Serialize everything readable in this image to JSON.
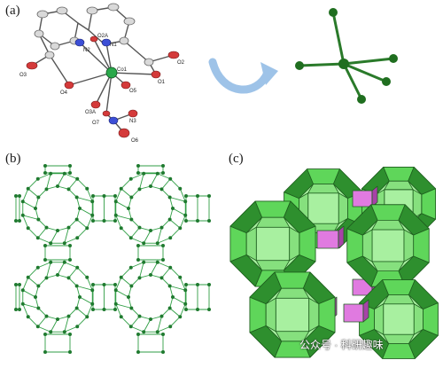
{
  "panels": {
    "a": {
      "label": "(a)",
      "atoms": {
        "o2a": "O2A",
        "n1": "N1",
        "n2": "N2",
        "co": "Co1",
        "o1": "O1",
        "o2": "O2",
        "o3": "O3",
        "o4": "O4",
        "o3a": "O3A",
        "o5": "O5",
        "o7": "O7",
        "n3": "N3",
        "o6": "O6"
      }
    },
    "b": {
      "label": "(b)"
    },
    "c": {
      "label": "(c)"
    }
  },
  "colors": {
    "bond": "#555555",
    "ellipsoid": "#d9d9d9",
    "oxygen": "#d43a3a",
    "nitrogen": "#3c4fd6",
    "cobalt": "#2aa84a",
    "net": "#2f9e44",
    "node": "#1f7a2f",
    "cage_light": "#a8f0a0",
    "cage_mid": "#5fd65a",
    "cage_dark": "#2e8f2e",
    "prism": "#e07ae0",
    "prism_dark": "#a742a7",
    "arrow": "#9ec3e8"
  },
  "watermark": "公众号 · 科研趣味"
}
